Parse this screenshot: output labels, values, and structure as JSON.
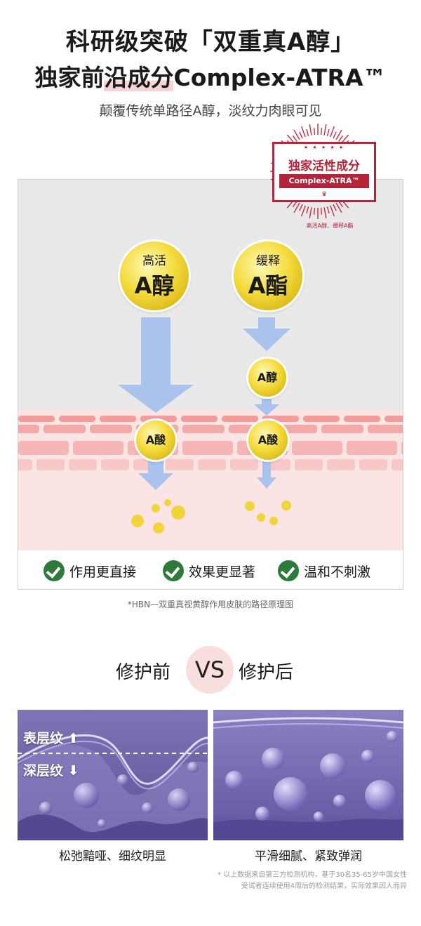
{
  "header": {
    "title_line1": "科研级突破「双重真A醇」",
    "title_line2_prefix": "独家前",
    "title_line2_highlight": "沿成分",
    "title_line2_suffix": "Complex-ATRA™",
    "subtitle": "颠覆传统单路径A醇，淡纹力肉眼可见"
  },
  "stamp": {
    "title": "独家活性成分",
    "product": "Complex-ATRA™",
    "stars": "★ ★ ★ ★ ★",
    "crown": "♛",
    "note": "高活A醇、缓释A酯"
  },
  "diagram": {
    "left_coin": {
      "line1": "高活",
      "line2": "A醇"
    },
    "right_coin": {
      "line1": "缓释",
      "line2": "A酯"
    },
    "mid_coin": "A醇",
    "acid_left": "A酸",
    "acid_right": "A酸",
    "benefits": [
      "作用更直接",
      "效果更显著",
      "温和不刺激"
    ],
    "colors": {
      "bg_top": "#e9e9e9",
      "skin_pink": "#f7c7c7",
      "arrow": "#a9c3ec",
      "coin": "#f4dc3c",
      "check": "#2d7a3a"
    }
  },
  "caption": "*HBN—双重真视黄醇作用皮肤的路径原理图",
  "comparison": {
    "before": "修护前",
    "vs": "VS",
    "after": "修护后",
    "tag_surface": "表层纹",
    "tag_deep": "深层纹",
    "caption_before": "松弛黯哑、细纹明显",
    "caption_after": "平滑细腻、紧致弹润"
  },
  "disclaimer": {
    "line1": "* 以上数据来自第三方检测机构，基于30名35-65岁中国女性",
    "line2": "受试者连续使用4周后的检测结果，实际效果因人而异"
  }
}
